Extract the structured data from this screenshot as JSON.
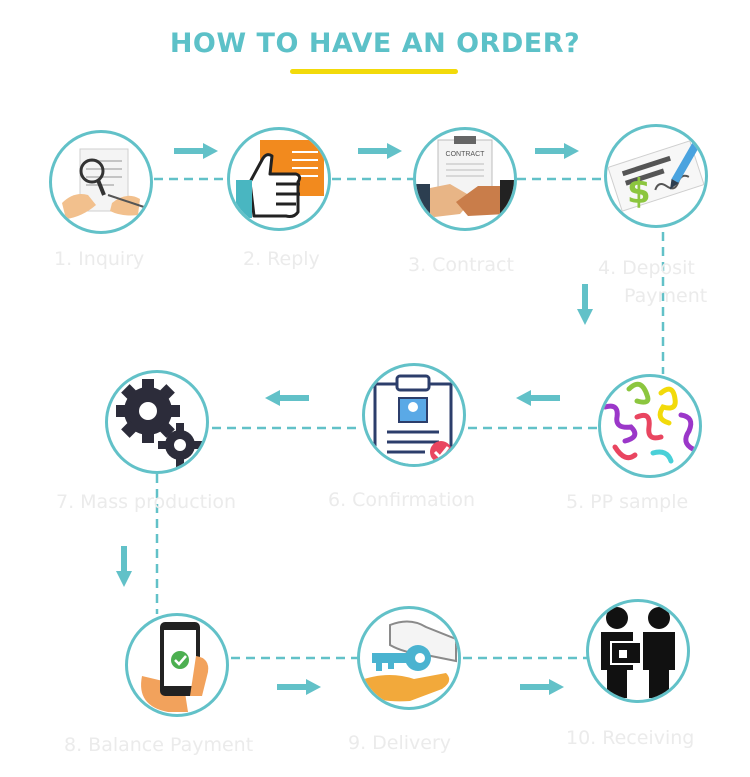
{
  "title": "HOW TO HAVE AN ORDER?",
  "accent_color": "#5cc1c8",
  "underline_color": "#f2da0a",
  "steps": [
    {
      "label": "1. Inquiry",
      "icon": "magnifier-inquiry-icon"
    },
    {
      "label": "2. Reply",
      "icon": "thumbs-up-icon"
    },
    {
      "label": "3. Contract",
      "icon": "contract-handshake-icon"
    },
    {
      "label": "4. Deposit",
      "label2": "Payment",
      "icon": "check-signature-dollar-icon"
    },
    {
      "label": "5. PP sample",
      "icon": "ribbons-icon"
    },
    {
      "label": "6. Confirmation",
      "icon": "clipboard-confirmation-icon"
    },
    {
      "label": "7. Mass production",
      "icon": "gears-icon"
    },
    {
      "label": "8. Balance Payment",
      "icon": "phone-payment-icon"
    },
    {
      "label": "9. Delivery",
      "icon": "key-handover-icon"
    },
    {
      "label": "10. Receiving",
      "icon": "people-receiving-icon"
    }
  ]
}
